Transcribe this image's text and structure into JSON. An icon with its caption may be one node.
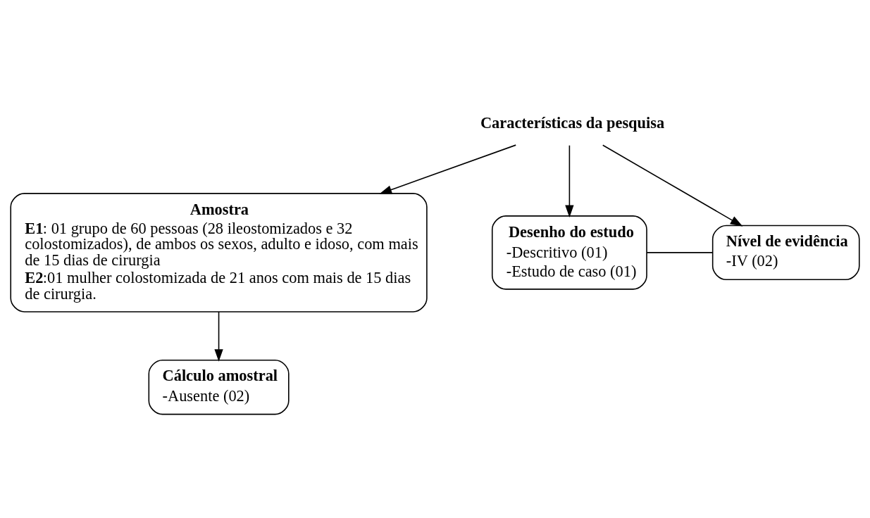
{
  "diagram": {
    "nodes": [
      {
        "text": [
          "Características da pesquisa"
        ]
      },
      {
        "text": [
          "Amostra",
          "**E1**: 01 grupo de 60 pessoas (28 ileostomizados e 32 colostomizados), de ambos os sexos, adulto e idoso, com mais de 15 dias de cirurgia",
          "**E2**:01 mulher colostomizada de 21 anos com mais de 15 dias de cirurgia."
        ]
      },
      {
        "text": [
          "Desenho do estudo",
          "-Descritivo (01)",
          "-Estudo de caso (01)"
        ]
      },
      {
        "text": [
          "Nível de evidência",
          "-IV (02)"
        ]
      },
      {
        "text": [
          "Cálculo amostral",
          "-Ausente (02)"
        ]
      }
    ],
    "edges": [
      {
        "from": 0,
        "to": 1,
        "arrow": "to"
      },
      {
        "from": 0,
        "to": 2,
        "arrow": "to"
      },
      {
        "from": 0,
        "to": 3,
        "arrow": "to"
      },
      {
        "from": 1,
        "to": 4,
        "arrow": "to"
      },
      {
        "from": 2,
        "to": 3,
        "arrow": "none"
      }
    ]
  }
}
